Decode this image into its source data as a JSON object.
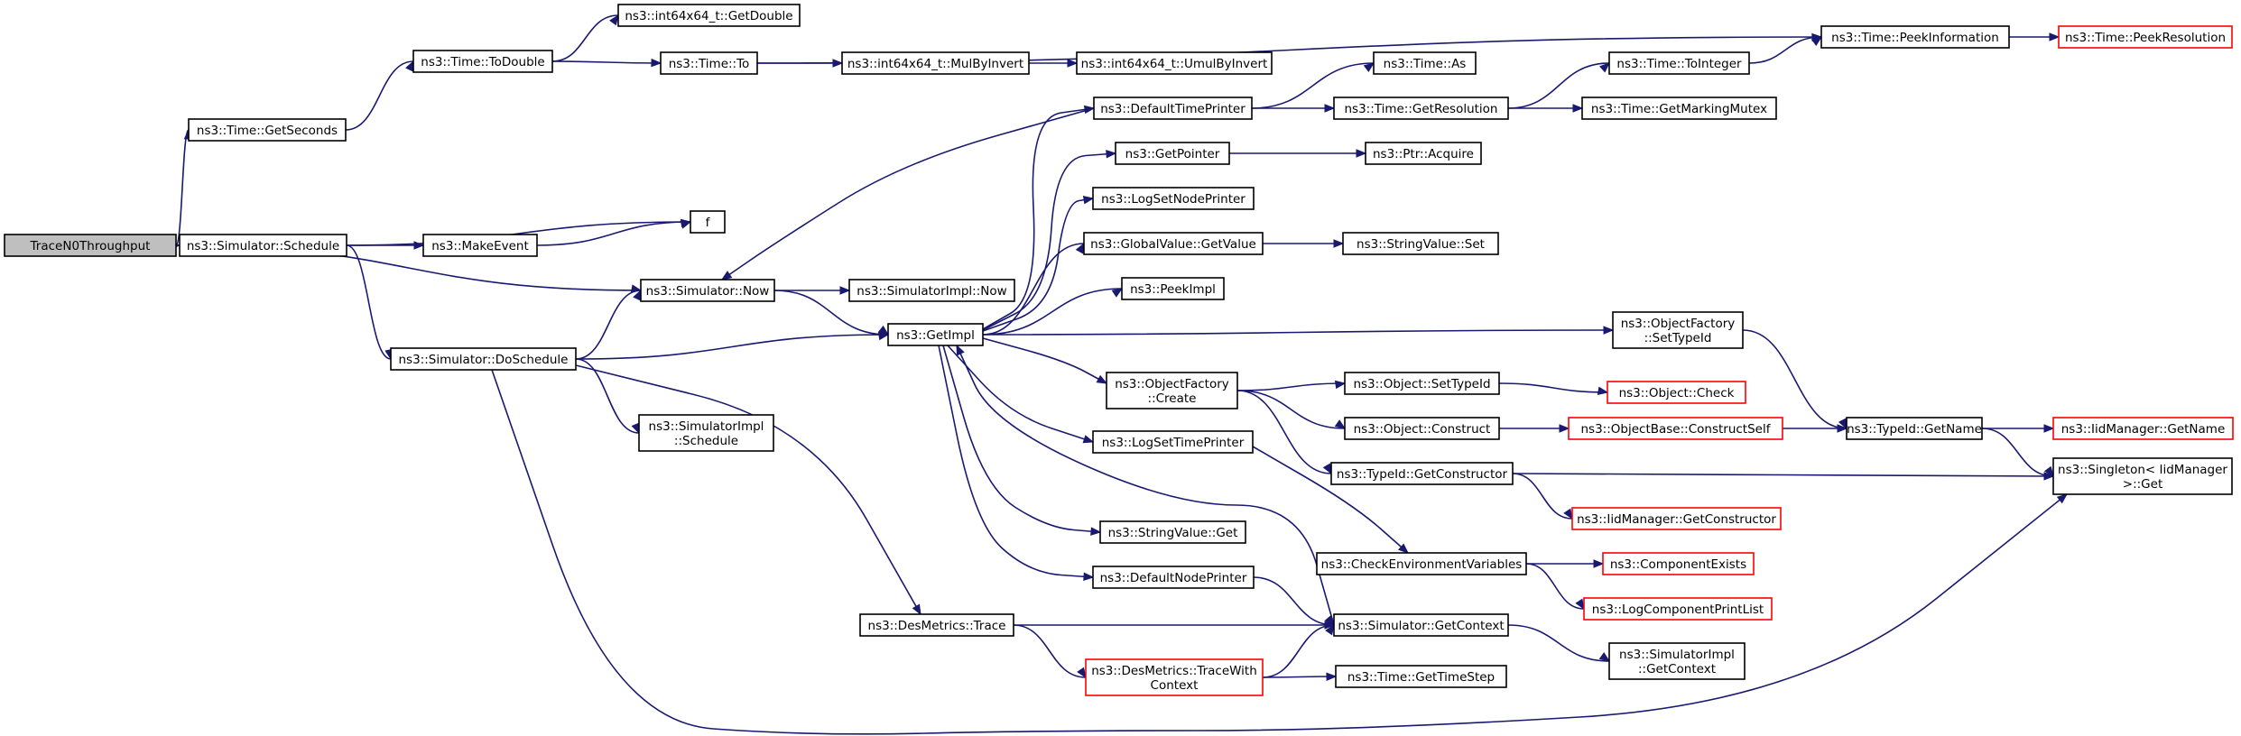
{
  "nodes": [
    {
      "id": "root",
      "lines": [
        "TraceN0Throughput"
      ],
      "style": "root"
    },
    {
      "id": "getSeconds",
      "lines": [
        "ns3::Time::GetSeconds"
      ]
    },
    {
      "id": "toDouble",
      "lines": [
        "ns3::Time::ToDouble"
      ]
    },
    {
      "id": "i64GetDouble",
      "lines": [
        "ns3::int64x64_t::GetDouble"
      ]
    },
    {
      "id": "timeTo",
      "lines": [
        "ns3::Time::To"
      ]
    },
    {
      "id": "mulByInvert",
      "lines": [
        "ns3::int64x64_t::MulByInvert"
      ]
    },
    {
      "id": "umulByInvert",
      "lines": [
        "ns3::int64x64_t::UmulByInvert"
      ]
    },
    {
      "id": "peekInfo",
      "lines": [
        "ns3::Time::PeekInformation"
      ]
    },
    {
      "id": "peekResolution",
      "lines": [
        "ns3::Time::PeekResolution"
      ],
      "style": "red"
    },
    {
      "id": "simSchedule",
      "lines": [
        "ns3::Simulator::Schedule"
      ]
    },
    {
      "id": "makeEvent",
      "lines": [
        "ns3::MakeEvent"
      ]
    },
    {
      "id": "f",
      "lines": [
        "f"
      ]
    },
    {
      "id": "simNow",
      "lines": [
        "ns3::Simulator::Now"
      ]
    },
    {
      "id": "simImplNow",
      "lines": [
        "ns3::SimulatorImpl::Now"
      ]
    },
    {
      "id": "doSchedule",
      "lines": [
        "ns3::Simulator::DoSchedule"
      ]
    },
    {
      "id": "getImpl",
      "lines": [
        "ns3::GetImpl"
      ]
    },
    {
      "id": "simImplSchedule",
      "lines": [
        "ns3::SimulatorImpl",
        "::Schedule"
      ]
    },
    {
      "id": "desTrace",
      "lines": [
        "ns3::DesMetrics::Trace"
      ]
    },
    {
      "id": "desTraceCtx",
      "lines": [
        "ns3::DesMetrics::TraceWith",
        "Context"
      ],
      "style": "red"
    },
    {
      "id": "defTimePrinter",
      "lines": [
        "ns3::DefaultTimePrinter"
      ]
    },
    {
      "id": "getPointer",
      "lines": [
        "ns3::GetPointer"
      ]
    },
    {
      "id": "logSetNodePrinter",
      "lines": [
        "ns3::LogSetNodePrinter"
      ]
    },
    {
      "id": "gvGetValue",
      "lines": [
        "ns3::GlobalValue::GetValue"
      ]
    },
    {
      "id": "peekImpl",
      "lines": [
        "ns3::PeekImpl"
      ]
    },
    {
      "id": "ofCreate",
      "lines": [
        "ns3::ObjectFactory",
        "::Create"
      ]
    },
    {
      "id": "logSetTimePrinter",
      "lines": [
        "ns3::LogSetTimePrinter"
      ]
    },
    {
      "id": "svGet",
      "lines": [
        "ns3::StringValue::Get"
      ]
    },
    {
      "id": "defNodePrinter",
      "lines": [
        "ns3::DefaultNodePrinter"
      ]
    },
    {
      "id": "timeAs",
      "lines": [
        "ns3::Time::As"
      ]
    },
    {
      "id": "getResolution",
      "lines": [
        "ns3::Time::GetResolution"
      ]
    },
    {
      "id": "toInteger",
      "lines": [
        "ns3::Time::ToInteger"
      ]
    },
    {
      "id": "getMarkingMutex",
      "lines": [
        "ns3::Time::GetMarkingMutex"
      ]
    },
    {
      "id": "ptrAcquire",
      "lines": [
        "ns3::Ptr::Acquire"
      ]
    },
    {
      "id": "svSet",
      "lines": [
        "ns3::StringValue::Set"
      ]
    },
    {
      "id": "ofSetTypeId",
      "lines": [
        "ns3::ObjectFactory",
        "::SetTypeId"
      ]
    },
    {
      "id": "objSetTypeId",
      "lines": [
        "ns3::Object::SetTypeId"
      ]
    },
    {
      "id": "objCheck",
      "lines": [
        "ns3::Object::Check"
      ],
      "style": "red"
    },
    {
      "id": "objConstruct",
      "lines": [
        "ns3::Object::Construct"
      ]
    },
    {
      "id": "constructSelf",
      "lines": [
        "ns3::ObjectBase::ConstructSelf"
      ],
      "style": "red"
    },
    {
      "id": "typeIdGetName",
      "lines": [
        "ns3::TypeId::GetName"
      ]
    },
    {
      "id": "iidGetName",
      "lines": [
        "ns3::IidManager::GetName"
      ],
      "style": "red"
    },
    {
      "id": "singletonGet",
      "lines": [
        "ns3::Singleton< IidManager",
        ">::Get"
      ]
    },
    {
      "id": "typeIdGetCtor",
      "lines": [
        "ns3::TypeId::GetConstructor"
      ]
    },
    {
      "id": "iidGetCtor",
      "lines": [
        "ns3::IidManager::GetConstructor"
      ],
      "style": "red"
    },
    {
      "id": "checkEnv",
      "lines": [
        "ns3::CheckEnvironmentVariables"
      ]
    },
    {
      "id": "componentExists",
      "lines": [
        "ns3::ComponentExists"
      ],
      "style": "red"
    },
    {
      "id": "logCompPrintList",
      "lines": [
        "ns3::LogComponentPrintList"
      ],
      "style": "red"
    },
    {
      "id": "simGetContext",
      "lines": [
        "ns3::Simulator::GetContext"
      ]
    },
    {
      "id": "simImplGetContext",
      "lines": [
        "ns3::SimulatorImpl",
        "::GetContext"
      ]
    },
    {
      "id": "getTimeStep",
      "lines": [
        "ns3::Time::GetTimeStep"
      ]
    }
  ],
  "edges": [
    [
      "root",
      "getSeconds"
    ],
    [
      "root",
      "simSchedule"
    ],
    [
      "root",
      "simNow"
    ],
    [
      "getSeconds",
      "toDouble"
    ],
    [
      "toDouble",
      "i64GetDouble"
    ],
    [
      "toDouble",
      "timeTo"
    ],
    [
      "timeTo",
      "peekInfo"
    ],
    [
      "timeTo",
      "mulByInvert"
    ],
    [
      "mulByInvert",
      "umulByInvert"
    ],
    [
      "peekInfo",
      "peekResolution"
    ],
    [
      "simSchedule",
      "f"
    ],
    [
      "simSchedule",
      "makeEvent"
    ],
    [
      "simSchedule",
      "doSchedule"
    ],
    [
      "makeEvent",
      "f"
    ],
    [
      "simNow",
      "simImplNow"
    ],
    [
      "simNow",
      "getImpl"
    ],
    [
      "doSchedule",
      "simNow"
    ],
    [
      "doSchedule",
      "getImpl"
    ],
    [
      "doSchedule",
      "simImplSchedule"
    ],
    [
      "doSchedule",
      "desTrace"
    ],
    [
      "doSchedule",
      "singletonGet"
    ],
    [
      "getImpl",
      "defTimePrinter"
    ],
    [
      "getImpl",
      "getPointer"
    ],
    [
      "getImpl",
      "logSetNodePrinter"
    ],
    [
      "getImpl",
      "gvGetValue"
    ],
    [
      "getImpl",
      "peekImpl"
    ],
    [
      "getImpl",
      "ofSetTypeId"
    ],
    [
      "getImpl",
      "ofCreate"
    ],
    [
      "getImpl",
      "logSetTimePrinter"
    ],
    [
      "getImpl",
      "svGet"
    ],
    [
      "getImpl",
      "defNodePrinter"
    ],
    [
      "defTimePrinter",
      "simNow"
    ],
    [
      "defTimePrinter",
      "timeAs"
    ],
    [
      "defTimePrinter",
      "getResolution"
    ],
    [
      "getResolution",
      "toInteger"
    ],
    [
      "getResolution",
      "getMarkingMutex"
    ],
    [
      "toInteger",
      "peekInfo"
    ],
    [
      "getPointer",
      "ptrAcquire"
    ],
    [
      "gvGetValue",
      "svSet"
    ],
    [
      "ofSetTypeId",
      "typeIdGetName"
    ],
    [
      "ofCreate",
      "objSetTypeId"
    ],
    [
      "ofCreate",
      "objConstruct"
    ],
    [
      "ofCreate",
      "typeIdGetCtor"
    ],
    [
      "objSetTypeId",
      "objCheck"
    ],
    [
      "objConstruct",
      "constructSelf"
    ],
    [
      "constructSelf",
      "typeIdGetName"
    ],
    [
      "typeIdGetName",
      "iidGetName"
    ],
    [
      "typeIdGetName",
      "singletonGet"
    ],
    [
      "typeIdGetCtor",
      "singletonGet"
    ],
    [
      "typeIdGetCtor",
      "iidGetCtor"
    ],
    [
      "logSetTimePrinter",
      "checkEnv"
    ],
    [
      "checkEnv",
      "componentExists"
    ],
    [
      "checkEnv",
      "logCompPrintList"
    ],
    [
      "defNodePrinter",
      "simGetContext"
    ],
    [
      "simGetContext",
      "getImpl"
    ],
    [
      "simGetContext",
      "simImplGetContext"
    ],
    [
      "desTrace",
      "simGetContext"
    ],
    [
      "desTrace",
      "desTraceCtx"
    ],
    [
      "desTraceCtx",
      "simGetContext"
    ],
    [
      "desTraceCtx",
      "getTimeStep"
    ]
  ]
}
